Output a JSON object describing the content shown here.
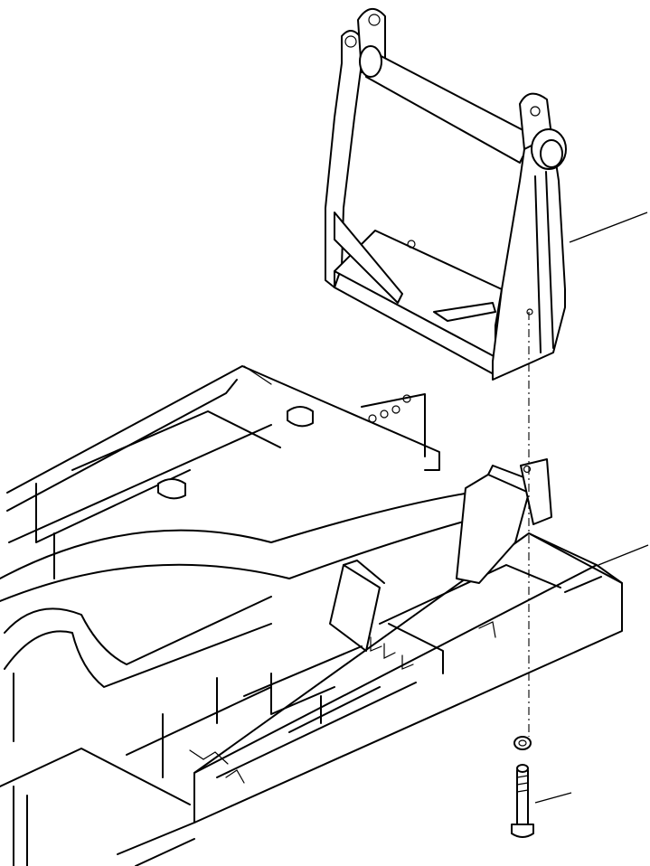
{
  "figure": {
    "parts": [
      {
        "id": "bracket",
        "name": "bracket"
      },
      {
        "id": "frame",
        "name": "frame"
      },
      {
        "id": "washer",
        "name": "washer"
      },
      {
        "id": "bolt",
        "name": "bolt"
      }
    ],
    "callouts": [
      {
        "part": "bracket",
        "label": ""
      },
      {
        "part": "frame",
        "label": ""
      },
      {
        "part": "bolt",
        "label": ""
      }
    ]
  }
}
